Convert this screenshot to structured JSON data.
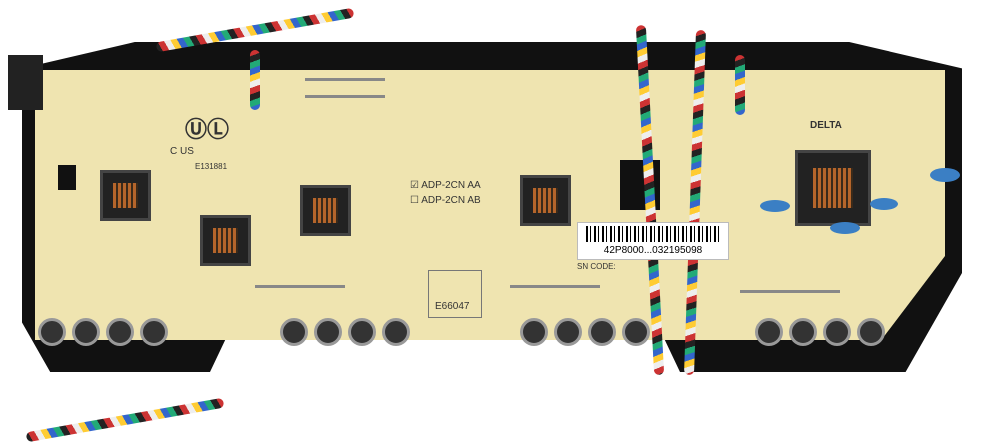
{
  "board": {
    "model_options": [
      "ADP-2CN AA",
      "ADP-2CN AB"
    ],
    "selected_model": "ADP-2CN AA",
    "barcode_text": "42P8000...032195098",
    "sn_label": "SN CODE:",
    "ul_file": "E66047",
    "ul_recognized": "E131881",
    "ul_mark": "C US",
    "brand": "DELTA"
  }
}
